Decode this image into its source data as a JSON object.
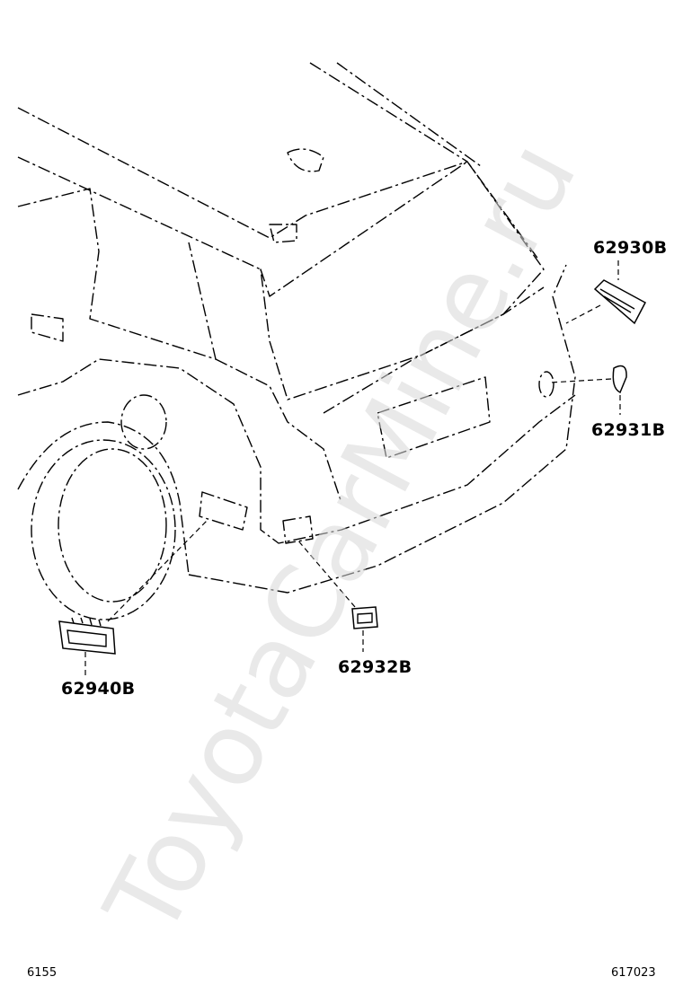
{
  "parts": [
    {
      "id": "p1",
      "label": "62930B"
    },
    {
      "id": "p2",
      "label": "62931B"
    },
    {
      "id": "p3",
      "label": "62932B"
    },
    {
      "id": "p4",
      "label": "62940B"
    }
  ],
  "footer": {
    "left_code": "6155",
    "right_code": "617023"
  },
  "watermark": "ToyotaCarMine.ru"
}
